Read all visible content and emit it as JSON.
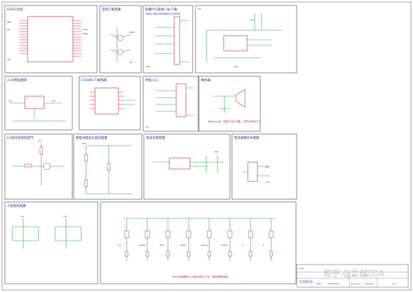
{
  "sheet": {
    "panels": {
      "esp32": "ESP32主控",
      "auto_download": "自动下载电路",
      "lcd_fpc": "屏幕FPC座接1.8p下载",
      "ic_panel": "P2S",
      "ldo": "3.3V稳压模块",
      "ch340": "CH340C下载电路",
      "usb_in": "供电入口",
      "buzzer": "蜂鸣器",
      "backlight": "lcd显示屏亮度调节",
      "battery_monitor": "锂电池电压与电池电量",
      "charge": "电池充电管理",
      "power_switch": "电池按键开关电路",
      "mini_vibe": "小型振动电路"
    },
    "notes": {
      "fpc_note": "该插接pc座设计和屏幕排线可以直接调试",
      "buzzer_note": "最大5mm高，不超大于这个高度，不然5d件有点干上",
      "keys_note": "select的按键的IO15内部已经有上下拉，最好别再接电阻"
    },
    "title_block": {
      "title_label": "TITLE:",
      "doc_no": "REV:",
      "rev": "V1.0",
      "date_label": "Date:",
      "date": "2022-09-02",
      "drawn_label": "Drawn By:",
      "drawn_by": "bluelayer",
      "page": "1/1"
    },
    "watermark": "知乎 @立创EDA",
    "brand": "立创EDA"
  },
  "nets": {
    "gnd": "GND",
    "vcc": "VCC",
    "v33": "3V3",
    "vbat": "BAT",
    "v5": "5V",
    "boot": "BOOT",
    "en": "EN",
    "txd": "TXD0",
    "rxd": "RXD0",
    "keys": [
      "UP",
      "DOWN",
      "LEFT",
      "RIGHT",
      "SELECT",
      "START",
      "A",
      "B"
    ]
  },
  "colors": {
    "frame": "#6b6b6b",
    "wire": "#1aa53a",
    "part": "#c0202a",
    "label": "#1d2b99"
  }
}
